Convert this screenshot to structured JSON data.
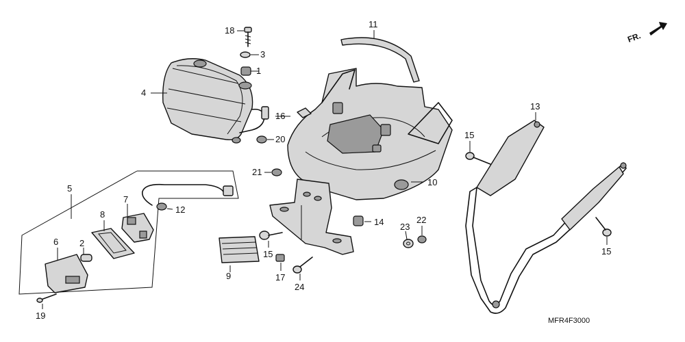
{
  "diagram": {
    "orientation": "FR.",
    "code": "MFR4F3000",
    "callouts": [
      "1",
      "2",
      "3",
      "4",
      "5",
      "6",
      "7",
      "8",
      "9",
      "10",
      "11",
      "12",
      "13",
      "14",
      "15",
      "16",
      "17",
      "18",
      "19",
      "20",
      "21",
      "22",
      "23",
      "24"
    ]
  }
}
